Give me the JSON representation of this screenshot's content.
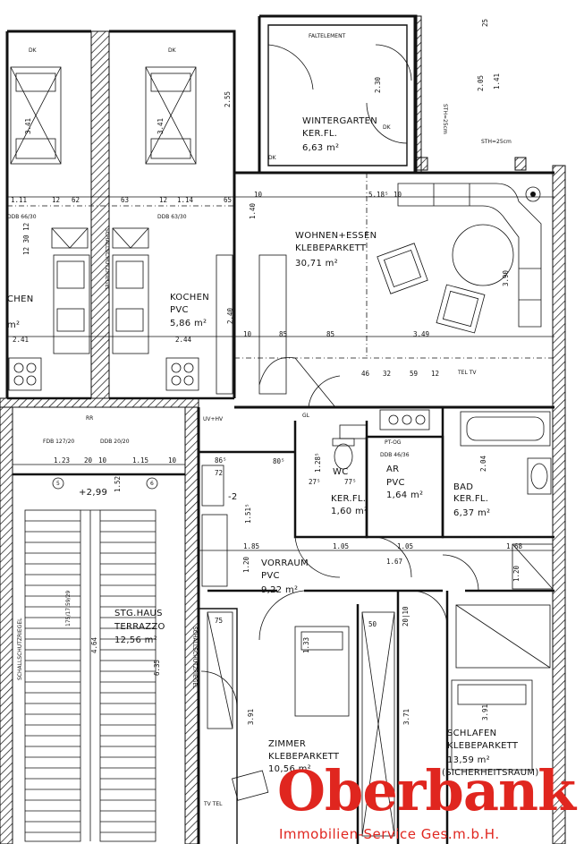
{
  "rooms": {
    "wintergarten": {
      "name": "WINTERGARTEN",
      "floor": "KER.FL.",
      "area": "6,63 m²"
    },
    "wohnen": {
      "name": "WOHNEN+ESSEN",
      "floor": "KLEBEPARKETT",
      "area": "30,71 m²"
    },
    "kochen": {
      "name": "KOCHEN",
      "floor": "PVC",
      "area": "5,86 m²"
    },
    "kochen_left": {
      "name": "CHEN",
      "area": "m²"
    },
    "wc": {
      "name": "WC",
      "floor": "KER.FL.",
      "area": "1,60 m²"
    },
    "ar": {
      "name": "AR",
      "floor": "PVC",
      "area": "1,64 m²"
    },
    "bad": {
      "name": "BAD",
      "floor": "KER.FL.",
      "area": "6,37 m²"
    },
    "vorraum": {
      "name": "VORRAUM",
      "floor": "PVC",
      "area": "9,22 m²"
    },
    "stiegenhaus": {
      "name": "STG.HAUS",
      "floor": "TERRAZZO",
      "area": "12,56 m²"
    },
    "zimmer": {
      "name": "ZIMMER",
      "floor": "KLEBEPARKETT",
      "area": "10,56 m²"
    },
    "schlafen": {
      "name": "SCHLAFEN",
      "floor": "KLEBEPARKETT",
      "area": "13,59 m²",
      "note": "(SICHERHEITSRAUM)"
    }
  },
  "labels": {
    "faltelement": "FALTELEMENT",
    "dk1": "DK",
    "dk2": "DK",
    "dk3": "DK",
    "dk4": "DK",
    "ddb_66": "DDB 66/30",
    "ddb_63": "DDB 63/30",
    "ddb_127": "FDB 127/20",
    "ddb_20": "DDB 20/20",
    "ddb_46": "DDB 46/36",
    "schacht_1": "SCHALLSCHUTZRIEGEL",
    "schacht_2": "SCHALLSCHUTZRIEGEL",
    "schacht_3": "SCHALLSCHUTZRIEGEL",
    "uv_hv": "UV+HV",
    "gl": "GL",
    "pt_og": "PT-OG",
    "rr": "RR",
    "tel_tv": "TEL TV",
    "tv_tel": "TV TEL",
    "level_1": "+2,99",
    "level_2": "-2",
    "stair_1": "5",
    "stair_2": "6",
    "stair_note": "175/17,59/29",
    "sth_1": "STH=25cm",
    "sth_2": "STH=25cm"
  },
  "dims": {
    "d_111": "1.11",
    "d_12a": "12",
    "d_62": "62",
    "d_63": "63",
    "d_12b": "12",
    "d_114": "1.14",
    "d_65": "65",
    "d_10a": "10",
    "d_518": "5.18⁵",
    "d_10b": "10",
    "d_341a": "3.41",
    "d_341b": "3.41",
    "d_255": "2.55",
    "d_230": "2.30",
    "d_205": "2.05",
    "d_141": "1.41",
    "d_25": "25",
    "d_140": "1.40",
    "d_240": "2.40",
    "d_390": "3.90",
    "d_1230": "12 30 12",
    "d_241": "2.41",
    "d_244": "2.44",
    "d_10c": "10",
    "d_85a": "85",
    "d_85b": "85",
    "d_349": "3.49",
    "d_46": "46",
    "d_32": "32",
    "d_59": "59",
    "d_12c": "12",
    "d_123": "1.23",
    "d_20": "20",
    "d_10d": "10",
    "d_115": "1.15",
    "d_10e": "10",
    "d_152": "1.52",
    "d_72": "72",
    "d_86": "86⁵",
    "d_80": "80⁵",
    "d_128": "1.28⁵",
    "d_204": "2.04",
    "d_275": "27⁵",
    "d_775": "77⁵",
    "d_185": "1.85",
    "d_105a": "1.05",
    "d_105b": "1.05",
    "d_167": "1.67",
    "d_168": "1.68",
    "d_120a": "1.20",
    "d_120b": "1.20",
    "d_464": "4.64",
    "d_635": "6.35",
    "d_391a": "3.91",
    "d_371": "3.71",
    "d_391b": "3.91",
    "d_75": "75",
    "d_50": "50",
    "d_2010": "20|10",
    "d_133": "1.33",
    "d_151": "1.51⁵"
  },
  "logo": {
    "brand": "Oberbank",
    "sub": "Immobilien-Service Ges.m.b.H."
  }
}
